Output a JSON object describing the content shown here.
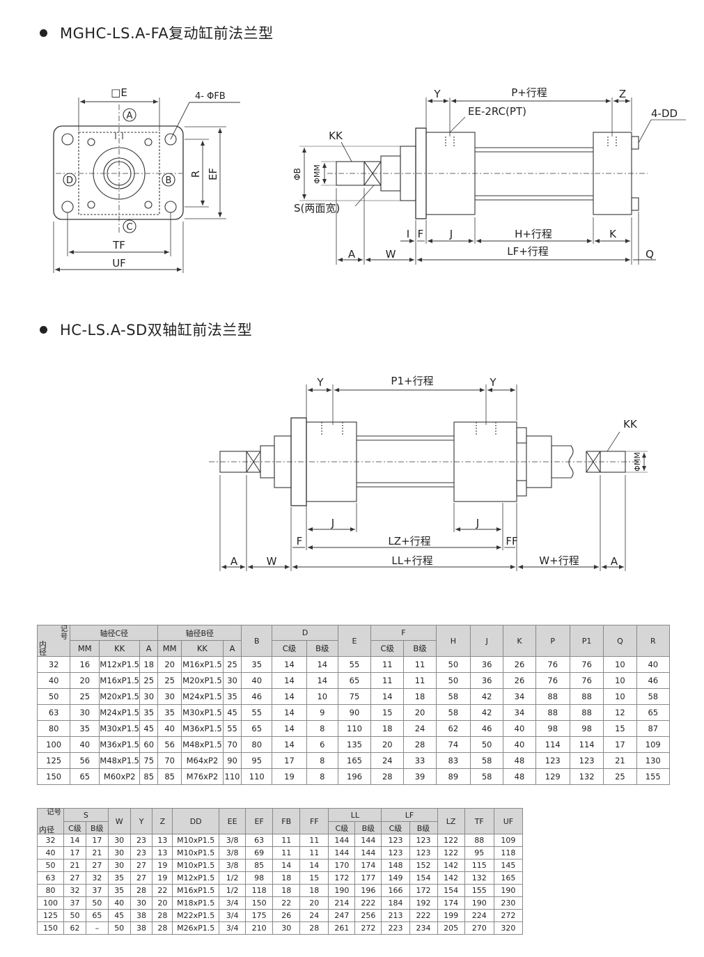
{
  "headings": {
    "section1": "MGHC-LS.A-FA复动缸前法兰型",
    "section2": "HC-LS.A-SD双轴缸前法兰型"
  },
  "diagram1": {
    "front_view": {
      "labels": {
        "e": "□E",
        "fb": "4- ΦFB",
        "a": "A",
        "b": "B",
        "c": "C",
        "d": "D",
        "r": "R",
        "ef": "EF",
        "tf": "TF",
        "uf": "UF"
      }
    },
    "side_view": {
      "labels": {
        "y": "Y",
        "p": "P+行程",
        "z": "Z",
        "ee": "EE-2RC(PT)",
        "dd": "4-DD",
        "kk": "KK",
        "phib": "ΦB",
        "phimm": "ΦMM",
        "s": "S(两面宽)",
        "i": "I",
        "f": "F",
        "j": "J",
        "h": "H+行程",
        "k": "K",
        "a": "A",
        "w": "W",
        "lf": "LF+行程",
        "q": "Q"
      }
    }
  },
  "diagram2": {
    "labels": {
      "y1": "Y",
      "p1": "P1+行程",
      "y2": "Y",
      "kk": "KK",
      "phimm": "ΦMM",
      "j1": "J",
      "j2": "J",
      "f": "F",
      "lz": "LZ+行程",
      "ff": "FF",
      "a1": "A",
      "w1": "W",
      "ll": "LL+行程",
      "w2": "W+行程",
      "a2": "A"
    }
  },
  "table1": {
    "corner_top": "记\n号",
    "corner_bottom": "内\n径",
    "group_c": "轴径C径",
    "group_b": "轴径B径",
    "col_b": "B",
    "group_d": "D",
    "col_e": "E",
    "group_f": "F",
    "col_h": "H",
    "col_j": "J",
    "col_k": "K",
    "col_p": "P",
    "col_p1": "P1",
    "col_q": "Q",
    "col_r": "R",
    "sub": [
      "MM",
      "KK",
      "A",
      "MM",
      "KK",
      "A",
      "C级",
      "B级",
      "C级",
      "B级"
    ],
    "rows": [
      [
        "32",
        "16",
        "M12xP1.5",
        "18",
        "20",
        "M16xP1.5",
        "25",
        "35",
        "14",
        "14",
        "55",
        "11",
        "11",
        "50",
        "36",
        "26",
        "76",
        "76",
        "10",
        "40"
      ],
      [
        "40",
        "20",
        "M16xP1.5",
        "25",
        "25",
        "M20xP1.5",
        "30",
        "40",
        "14",
        "14",
        "65",
        "11",
        "11",
        "50",
        "36",
        "26",
        "76",
        "76",
        "10",
        "46"
      ],
      [
        "50",
        "25",
        "M20xP1.5",
        "30",
        "30",
        "M24xP1.5",
        "35",
        "46",
        "14",
        "10",
        "75",
        "14",
        "18",
        "58",
        "42",
        "34",
        "88",
        "88",
        "10",
        "58"
      ],
      [
        "63",
        "30",
        "M24xP1.5",
        "35",
        "35",
        "M30xP1.5",
        "45",
        "55",
        "14",
        "9",
        "90",
        "15",
        "20",
        "58",
        "42",
        "34",
        "88",
        "88",
        "12",
        "65"
      ],
      [
        "80",
        "35",
        "M30xP1.5",
        "45",
        "40",
        "M36xP1.5",
        "55",
        "65",
        "14",
        "8",
        "110",
        "18",
        "24",
        "62",
        "46",
        "40",
        "98",
        "98",
        "15",
        "87"
      ],
      [
        "100",
        "40",
        "M36xP1.5",
        "60",
        "56",
        "M48xP1.5",
        "70",
        "80",
        "14",
        "6",
        "135",
        "20",
        "28",
        "74",
        "50",
        "40",
        "114",
        "114",
        "17",
        "109"
      ],
      [
        "125",
        "56",
        "M48xP1.5",
        "75",
        "70",
        "M64xP2",
        "90",
        "95",
        "17",
        "8",
        "165",
        "24",
        "33",
        "83",
        "58",
        "48",
        "123",
        "123",
        "21",
        "130"
      ],
      [
        "150",
        "65",
        "M60xP2",
        "85",
        "85",
        "M76xP2",
        "110",
        "110",
        "19",
        "8",
        "196",
        "28",
        "39",
        "89",
        "58",
        "48",
        "129",
        "132",
        "25",
        "155"
      ]
    ]
  },
  "table2": {
    "corner_top": "记号",
    "corner_bottom": "内径",
    "group_s": "S",
    "col_w": "W",
    "col_y": "Y",
    "col_z": "Z",
    "col_dd": "DD",
    "col_ee": "EE",
    "col_ef": "EF",
    "col_fb": "FB",
    "col_ff": "FF",
    "group_ll": "LL",
    "group_lf": "LF",
    "col_lz": "LZ",
    "col_tf": "TF",
    "col_uf": "UF",
    "sub": [
      "C级",
      "B级",
      "C级",
      "B级",
      "C级",
      "B级"
    ],
    "rows": [
      [
        "32",
        "14",
        "17",
        "30",
        "23",
        "13",
        "M10xP1.5",
        "3/8",
        "63",
        "11",
        "11",
        "144",
        "144",
        "123",
        "123",
        "122",
        "88",
        "109"
      ],
      [
        "40",
        "17",
        "21",
        "30",
        "23",
        "13",
        "M10xP1.5",
        "3/8",
        "69",
        "11",
        "11",
        "144",
        "144",
        "123",
        "123",
        "122",
        "95",
        "118"
      ],
      [
        "50",
        "21",
        "27",
        "30",
        "27",
        "19",
        "M10xP1.5",
        "3/8",
        "85",
        "14",
        "14",
        "170",
        "174",
        "148",
        "152",
        "142",
        "115",
        "145"
      ],
      [
        "63",
        "27",
        "32",
        "35",
        "27",
        "19",
        "M12xP1.5",
        "1/2",
        "98",
        "18",
        "15",
        "172",
        "177",
        "149",
        "154",
        "142",
        "132",
        "165"
      ],
      [
        "80",
        "32",
        "37",
        "35",
        "28",
        "22",
        "M16xP1.5",
        "1/2",
        "118",
        "18",
        "18",
        "190",
        "196",
        "166",
        "172",
        "154",
        "155",
        "190"
      ],
      [
        "100",
        "37",
        "50",
        "40",
        "30",
        "20",
        "M18xP1.5",
        "3/4",
        "150",
        "22",
        "20",
        "214",
        "222",
        "184",
        "192",
        "174",
        "190",
        "230"
      ],
      [
        "125",
        "50",
        "65",
        "45",
        "38",
        "28",
        "M22xP1.5",
        "3/4",
        "175",
        "26",
        "24",
        "247",
        "256",
        "213",
        "222",
        "199",
        "224",
        "272"
      ],
      [
        "150",
        "62",
        "–",
        "50",
        "38",
        "28",
        "M26xP1.5",
        "3/4",
        "210",
        "30",
        "28",
        "261",
        "272",
        "223",
        "234",
        "205",
        "270",
        "320"
      ]
    ]
  }
}
